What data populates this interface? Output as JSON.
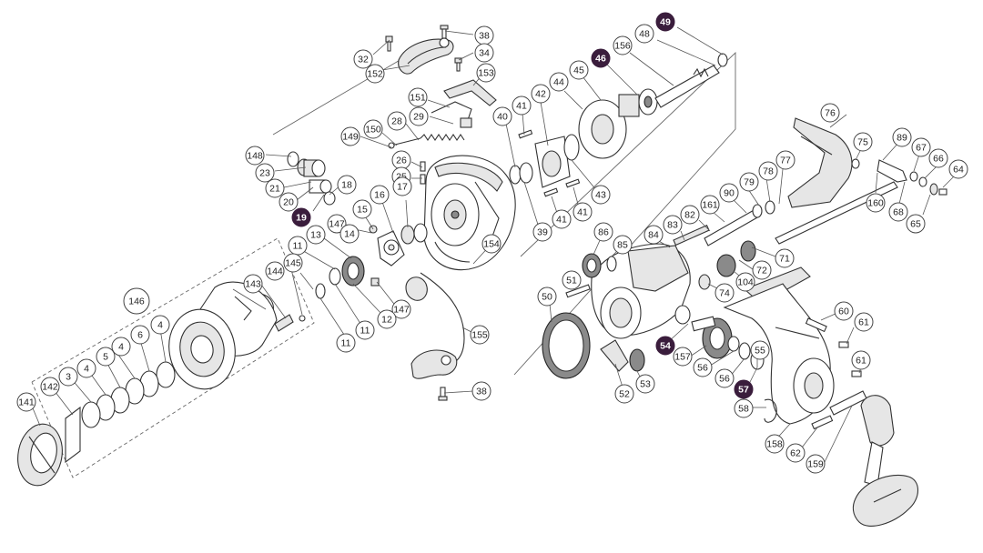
{
  "diagram": {
    "callouts": [
      {
        "id": "c38a",
        "label": "38",
        "filled": false
      },
      {
        "id": "c32",
        "label": "32",
        "filled": false
      },
      {
        "id": "c152",
        "label": "152",
        "filled": false
      },
      {
        "id": "c34",
        "label": "34",
        "filled": false
      },
      {
        "id": "c153",
        "label": "153",
        "filled": false
      },
      {
        "id": "c151",
        "label": "151",
        "filled": false
      },
      {
        "id": "c28",
        "label": "28",
        "filled": false
      },
      {
        "id": "c29",
        "label": "29",
        "filled": false
      },
      {
        "id": "c150",
        "label": "150",
        "filled": false
      },
      {
        "id": "c149",
        "label": "149",
        "filled": false
      },
      {
        "id": "c148",
        "label": "148",
        "filled": false
      },
      {
        "id": "c23",
        "label": "23",
        "filled": false
      },
      {
        "id": "c21",
        "label": "21",
        "filled": false
      },
      {
        "id": "c20",
        "label": "20",
        "filled": false
      },
      {
        "id": "c19",
        "label": "19",
        "filled": true
      },
      {
        "id": "c18",
        "label": "18",
        "filled": false
      },
      {
        "id": "c26",
        "label": "26",
        "filled": false
      },
      {
        "id": "c25",
        "label": "25",
        "filled": false
      },
      {
        "id": "c16",
        "label": "16",
        "filled": false
      },
      {
        "id": "c17",
        "label": "17",
        "filled": false
      },
      {
        "id": "c15",
        "label": "15",
        "filled": false
      },
      {
        "id": "c147a",
        "label": "147",
        "filled": false
      },
      {
        "id": "c13",
        "label": "13",
        "filled": false
      },
      {
        "id": "c14",
        "label": "14",
        "filled": false
      },
      {
        "id": "c11a",
        "label": "11",
        "filled": false
      },
      {
        "id": "c147b",
        "label": "147",
        "filled": false
      },
      {
        "id": "c12",
        "label": "12",
        "filled": false
      },
      {
        "id": "c11b",
        "label": "11",
        "filled": false
      },
      {
        "id": "c11c",
        "label": "11",
        "filled": false
      },
      {
        "id": "c145",
        "label": "145",
        "filled": false
      },
      {
        "id": "c144",
        "label": "144",
        "filled": false
      },
      {
        "id": "c143",
        "label": "143",
        "filled": false
      },
      {
        "id": "c146",
        "label": "146",
        "filled": false
      },
      {
        "id": "c4a",
        "label": "4",
        "filled": false
      },
      {
        "id": "c6",
        "label": "6",
        "filled": false
      },
      {
        "id": "c4b",
        "label": "4",
        "filled": false
      },
      {
        "id": "c5",
        "label": "5",
        "filled": false
      },
      {
        "id": "c4c",
        "label": "4",
        "filled": false
      },
      {
        "id": "c3",
        "label": "3",
        "filled": false
      },
      {
        "id": "c142",
        "label": "142",
        "filled": false
      },
      {
        "id": "c141",
        "label": "141",
        "filled": false
      },
      {
        "id": "c155",
        "label": "155",
        "filled": false
      },
      {
        "id": "c38b",
        "label": "38",
        "filled": false
      },
      {
        "id": "c154",
        "label": "154",
        "filled": false
      },
      {
        "id": "c40",
        "label": "40",
        "filled": false
      },
      {
        "id": "c41a",
        "label": "41",
        "filled": false
      },
      {
        "id": "c42",
        "label": "42",
        "filled": false
      },
      {
        "id": "c44",
        "label": "44",
        "filled": false
      },
      {
        "id": "c45",
        "label": "45",
        "filled": false
      },
      {
        "id": "c46",
        "label": "46",
        "filled": true
      },
      {
        "id": "c156",
        "label": "156",
        "filled": false
      },
      {
        "id": "c48",
        "label": "48",
        "filled": false
      },
      {
        "id": "c49",
        "label": "49",
        "filled": true
      },
      {
        "id": "c43",
        "label": "43",
        "filled": false
      },
      {
        "id": "c41b",
        "label": "41",
        "filled": false
      },
      {
        "id": "c41c",
        "label": "41",
        "filled": false
      },
      {
        "id": "c39",
        "label": "39",
        "filled": false
      },
      {
        "id": "c76",
        "label": "76",
        "filled": false
      },
      {
        "id": "c75",
        "label": "75",
        "filled": false
      },
      {
        "id": "c89",
        "label": "89",
        "filled": false
      },
      {
        "id": "c67",
        "label": "67",
        "filled": false
      },
      {
        "id": "c66",
        "label": "66",
        "filled": false
      },
      {
        "id": "c64",
        "label": "64",
        "filled": false
      },
      {
        "id": "c160",
        "label": "160",
        "filled": false
      },
      {
        "id": "c68",
        "label": "68",
        "filled": false
      },
      {
        "id": "c65",
        "label": "65",
        "filled": false
      },
      {
        "id": "c77",
        "label": "77",
        "filled": false
      },
      {
        "id": "c78",
        "label": "78",
        "filled": false
      },
      {
        "id": "c79",
        "label": "79",
        "filled": false
      },
      {
        "id": "c90",
        "label": "90",
        "filled": false
      },
      {
        "id": "c161",
        "label": "161",
        "filled": false
      },
      {
        "id": "c82",
        "label": "82",
        "filled": false
      },
      {
        "id": "c83",
        "label": "83",
        "filled": false
      },
      {
        "id": "c84",
        "label": "84",
        "filled": false
      },
      {
        "id": "c86",
        "label": "86",
        "filled": false
      },
      {
        "id": "c85",
        "label": "85",
        "filled": false
      },
      {
        "id": "c51",
        "label": "51",
        "filled": false
      },
      {
        "id": "c50",
        "label": "50",
        "filled": false
      },
      {
        "id": "c71",
        "label": "71",
        "filled": false
      },
      {
        "id": "c72",
        "label": "72",
        "filled": false
      },
      {
        "id": "c104",
        "label": "104",
        "filled": false
      },
      {
        "id": "c74",
        "label": "74",
        "filled": false
      },
      {
        "id": "c60",
        "label": "60",
        "filled": false
      },
      {
        "id": "c61a",
        "label": "61",
        "filled": false
      },
      {
        "id": "c61b",
        "label": "61",
        "filled": false
      },
      {
        "id": "c54",
        "label": "54",
        "filled": true
      },
      {
        "id": "c157",
        "label": "157",
        "filled": false
      },
      {
        "id": "c56a",
        "label": "56",
        "filled": false
      },
      {
        "id": "c56b",
        "label": "56",
        "filled": false
      },
      {
        "id": "c55",
        "label": "55",
        "filled": false
      },
      {
        "id": "c57",
        "label": "57",
        "filled": true
      },
      {
        "id": "c52",
        "label": "52",
        "filled": false
      },
      {
        "id": "c53",
        "label": "53",
        "filled": false
      },
      {
        "id": "c58",
        "label": "58",
        "filled": false
      },
      {
        "id": "c158",
        "label": "158",
        "filled": false
      },
      {
        "id": "c62",
        "label": "62",
        "filled": false
      },
      {
        "id": "c159",
        "label": "159",
        "filled": false
      }
    ]
  }
}
